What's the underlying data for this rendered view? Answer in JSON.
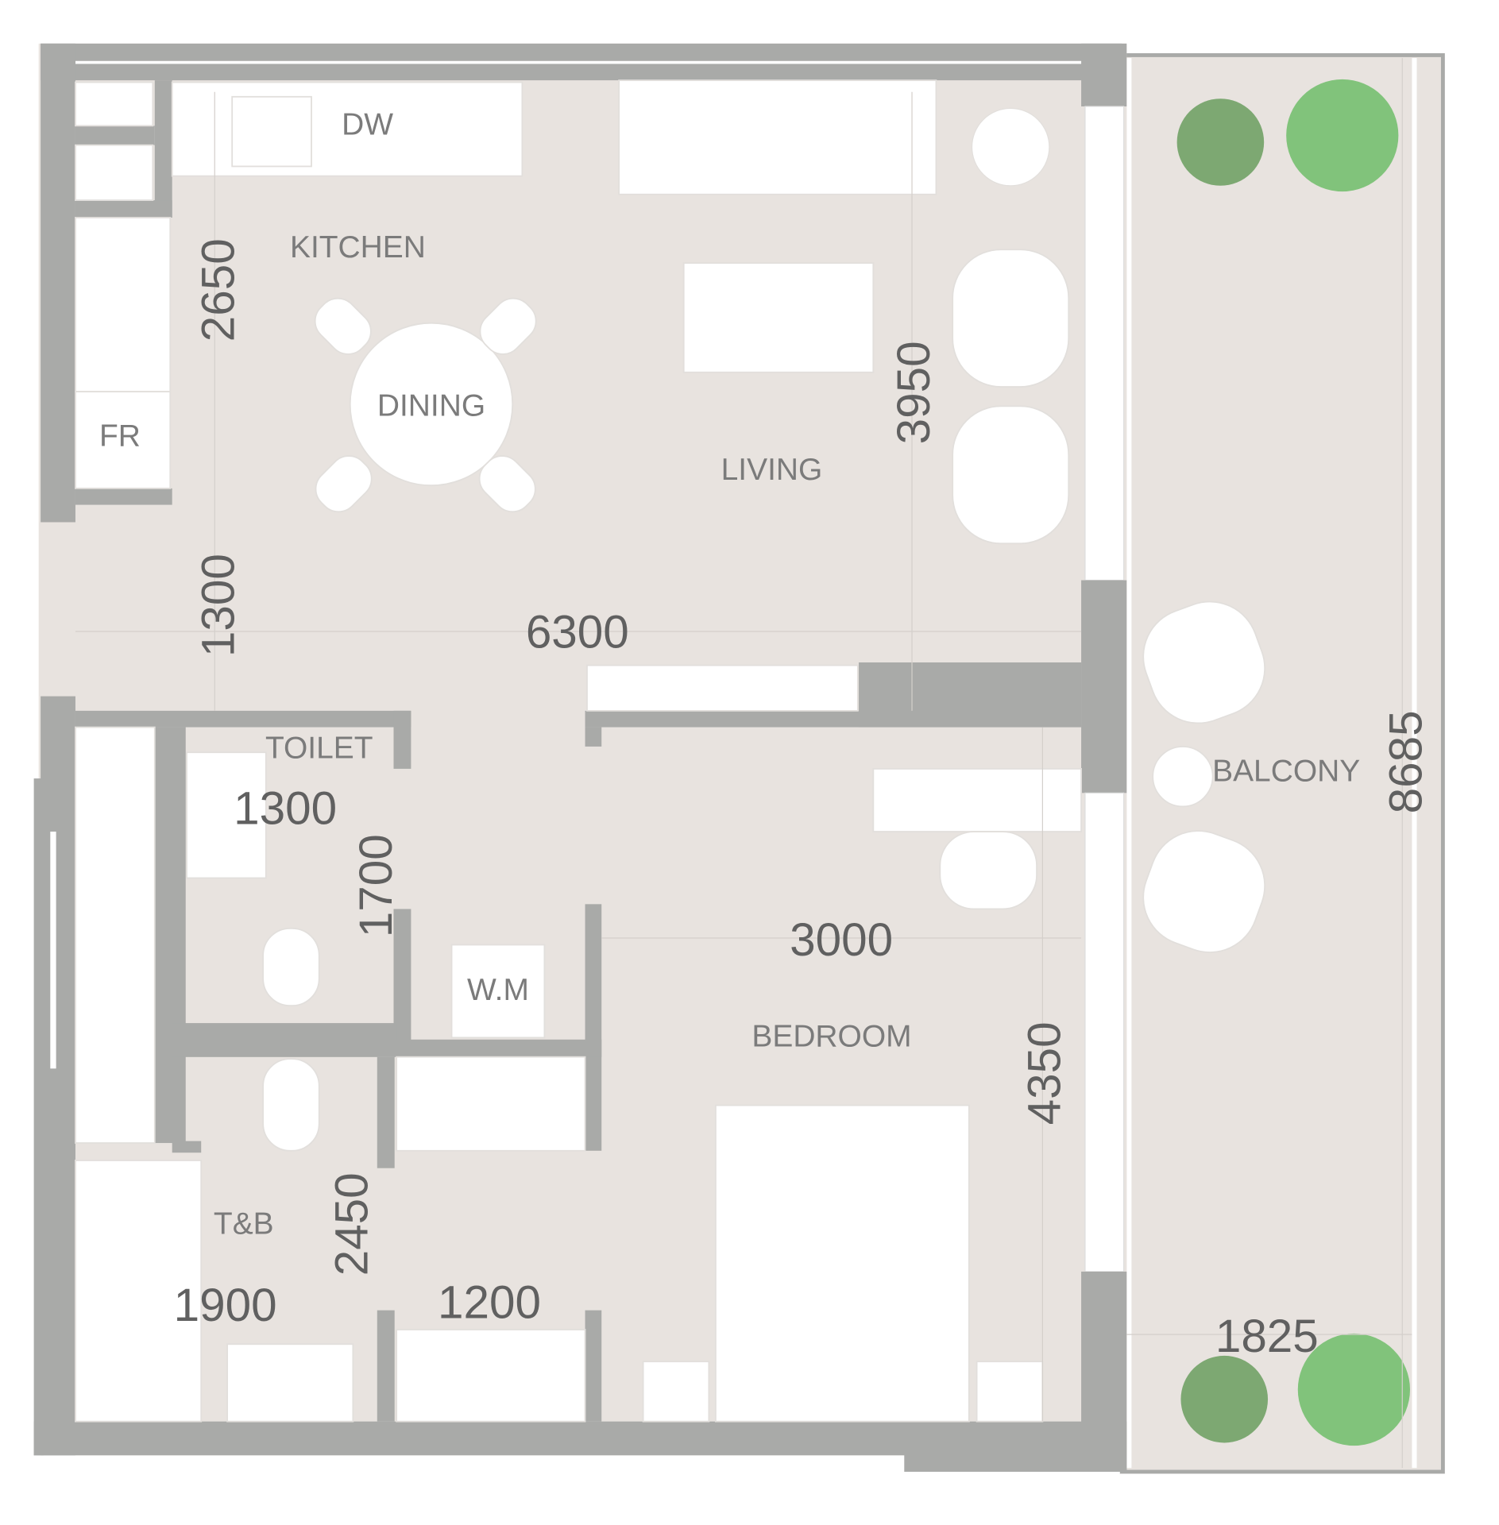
{
  "rooms": {
    "kitchen": "KITCHEN",
    "dining": "DINING",
    "living": "LIVING",
    "toilet": "TOILET",
    "bedroom": "BEDROOM",
    "tb": "T&B",
    "balcony": "BALCONY"
  },
  "fixtures": {
    "dishwasher": "DW",
    "fridge": "FR",
    "washing_machine": "W.M"
  },
  "dimensions": {
    "kitchen_depth": "2650",
    "entry_depth": "1300",
    "living_width": "6300",
    "living_depth": "3950",
    "toilet_width": "1300",
    "toilet_depth": "1700",
    "bedroom_width": "3000",
    "bedroom_depth": "4350",
    "tb_depth": "2450",
    "tb_width": "1900",
    "wardrobe_width": "1200",
    "balcony_width": "1825",
    "balcony_length": "8685"
  },
  "colors": {
    "wall": "#a9aaa8",
    "floor": "#e8e3df",
    "plant": "#5fae5a"
  }
}
